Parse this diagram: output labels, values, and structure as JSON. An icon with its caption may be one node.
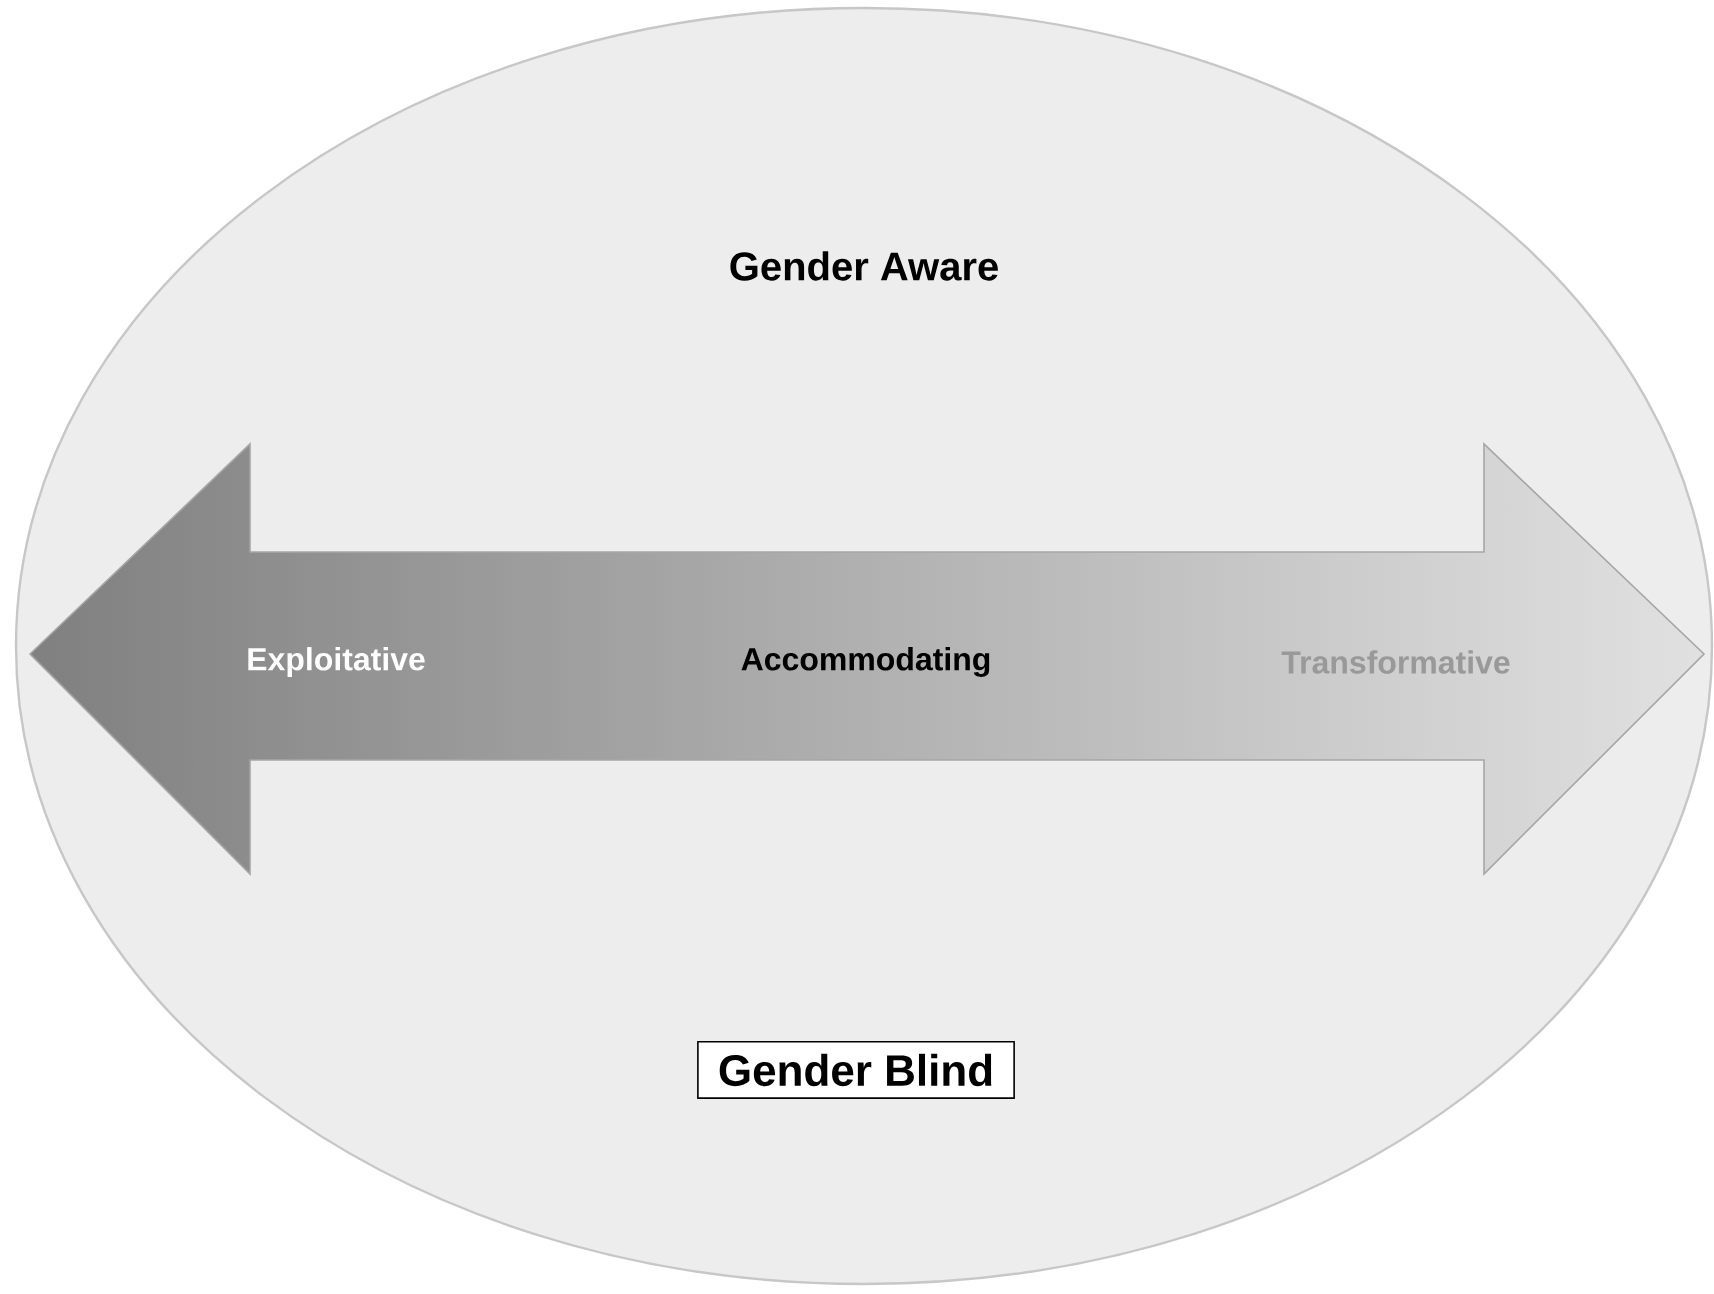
{
  "diagram": {
    "nodes": [
      {
        "text": [
          "Gender Aware"
        ]
      },
      {
        "text": [
          "Exploitative",
          "Accommodating",
          "Transformative"
        ],
        "in": 0
      },
      {
        "text": [
          "Gender Blind"
        ],
        "in": 0
      }
    ]
  }
}
